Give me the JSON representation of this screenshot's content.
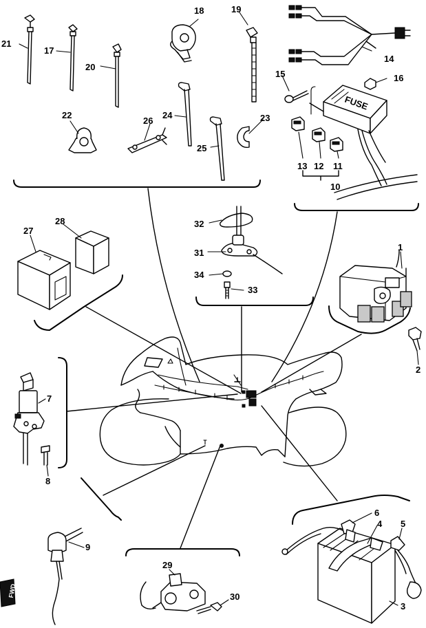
{
  "diagram": {
    "colors": {
      "ink": "#000000",
      "paper": "#ffffff",
      "shade": "#c8c8c8"
    },
    "fuse_box_label": "FUSE",
    "fwd_label": "FWD",
    "callouts": {
      "c1": "1",
      "c2": "2",
      "c3": "3",
      "c4": "4",
      "c5": "5",
      "c6": "6",
      "c7": "7",
      "c8": "8",
      "c9": "9",
      "c10": "10",
      "c11": "11",
      "c12": "12",
      "c13": "13",
      "c14": "14",
      "c15": "15",
      "c16": "16",
      "c17": "17",
      "c18": "18",
      "c19": "19",
      "c20": "20",
      "c21": "21",
      "c22": "22",
      "c23": "23",
      "c24": "24",
      "c25": "25",
      "c26": "26",
      "c27": "27",
      "c28": "28",
      "c29": "29",
      "c30": "30",
      "c31": "31",
      "c32": "32",
      "c33": "33",
      "c34": "34"
    }
  }
}
